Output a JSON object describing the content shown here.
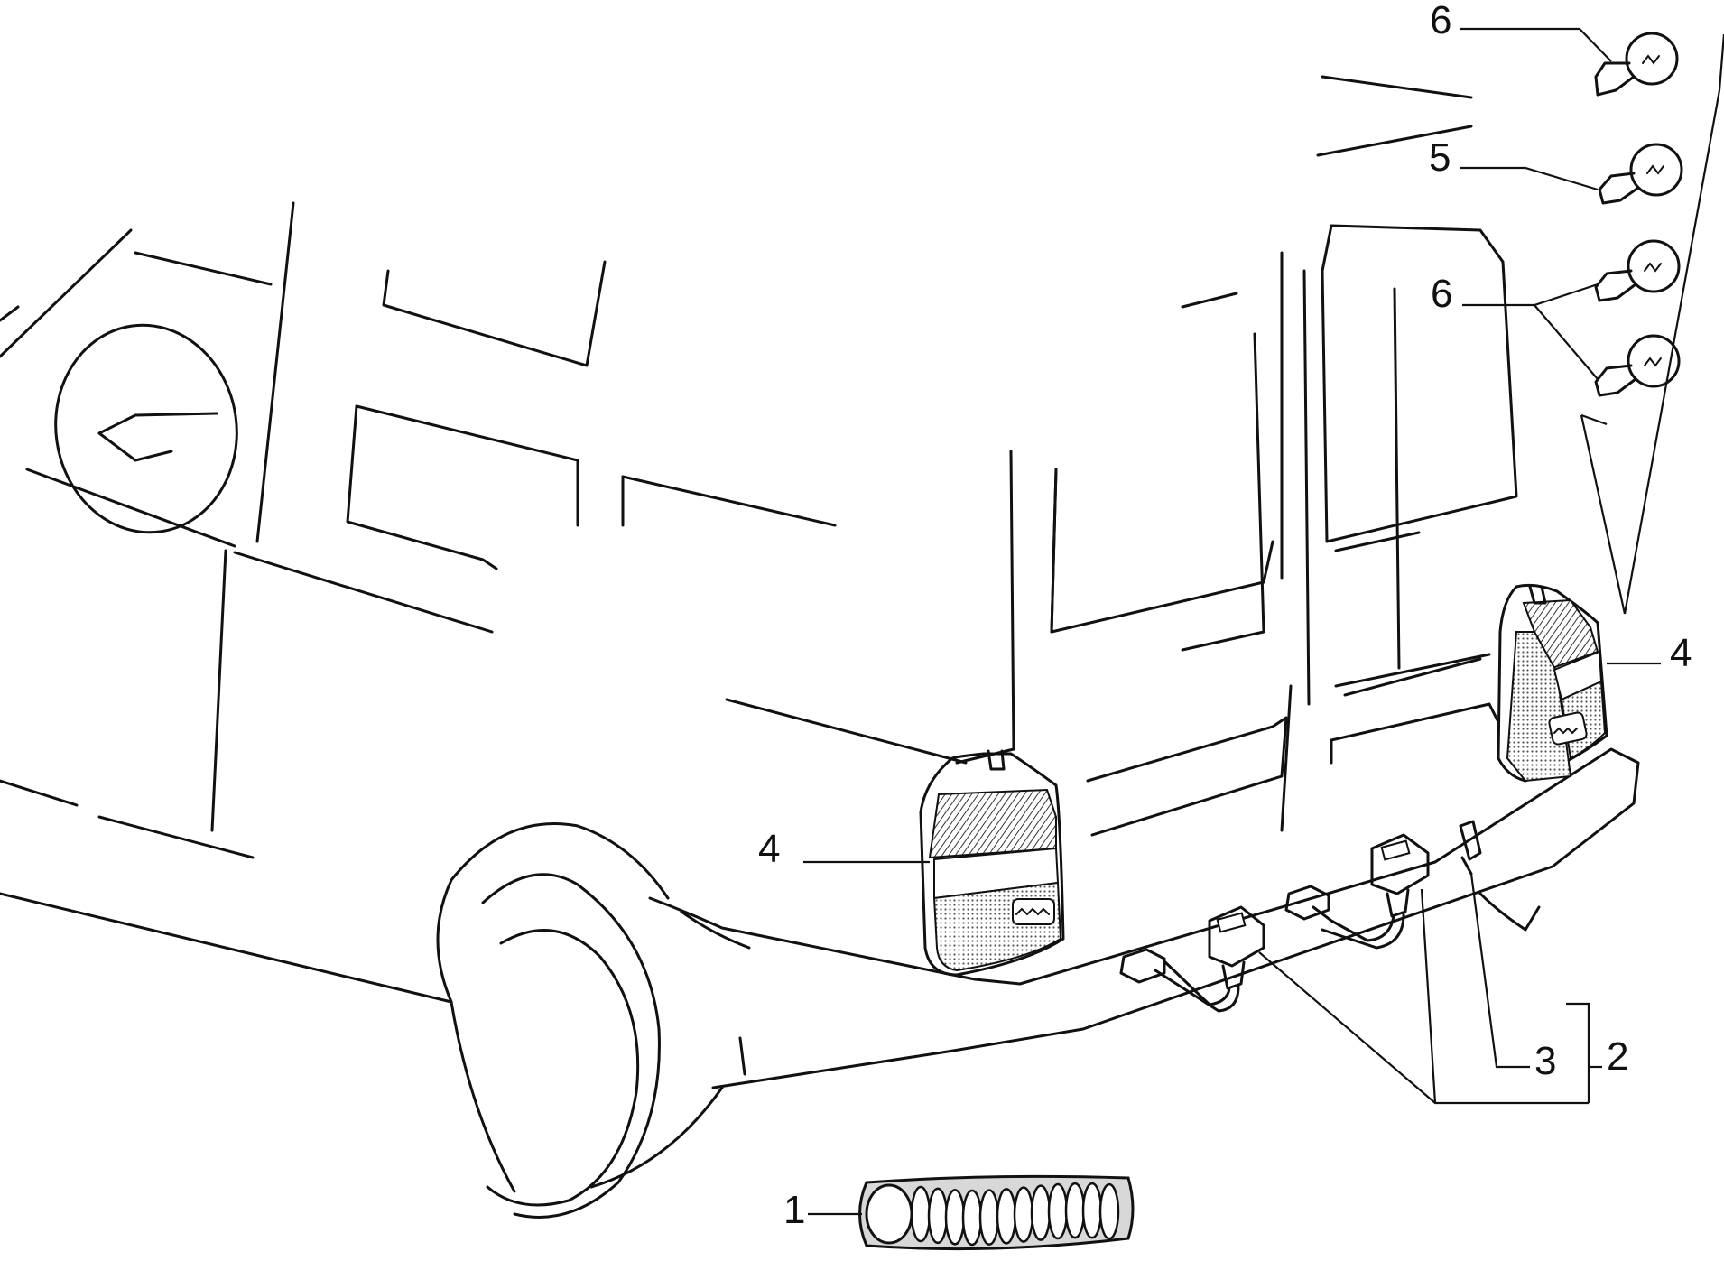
{
  "callouts": {
    "c1": "1",
    "c2": "2",
    "c3": "3",
    "c4_left": "4",
    "c4_right": "4",
    "c5": "5",
    "c6_top": "6",
    "c6_mid": "6"
  },
  "colors": {
    "line": "#111111",
    "background": "#ffffff",
    "shade": "#bdbdbd"
  }
}
